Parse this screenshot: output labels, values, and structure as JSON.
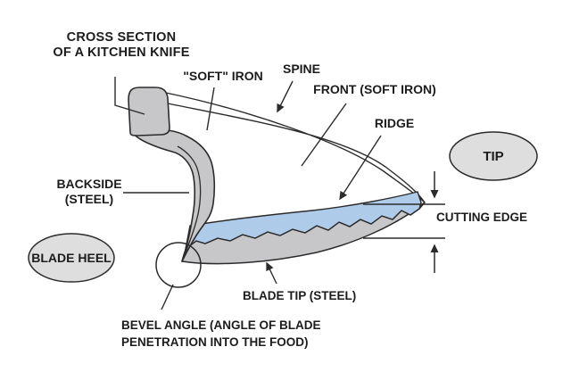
{
  "diagram": {
    "title_line1": "CROSS SECTION",
    "title_line2": "OF A KITCHEN KNIFE",
    "labels": {
      "soft_iron": "\"SOFT\" IRON",
      "spine": "SPINE",
      "front": "FRONT (SOFT IRON)",
      "ridge": "RIDGE",
      "tip": "TIP",
      "backside_line1": "BACKSIDE",
      "backside_line2": "(STEEL)",
      "blade_heel": "BLADE HEEL",
      "cutting_edge": "CUTTING EDGE",
      "blade_tip": "BLADE TIP (STEEL)",
      "bevel_line1": "BEVEL ANGLE (ANGLE OF BLADE",
      "bevel_line2": "PENETRATION INTO THE FOOD)"
    },
    "colors": {
      "iron_gray": "#c7c7c9",
      "steel_blue": "#aecbea",
      "callout_gray": "#dedede",
      "line": "#2b2b2b",
      "background": "#ffffff"
    }
  }
}
